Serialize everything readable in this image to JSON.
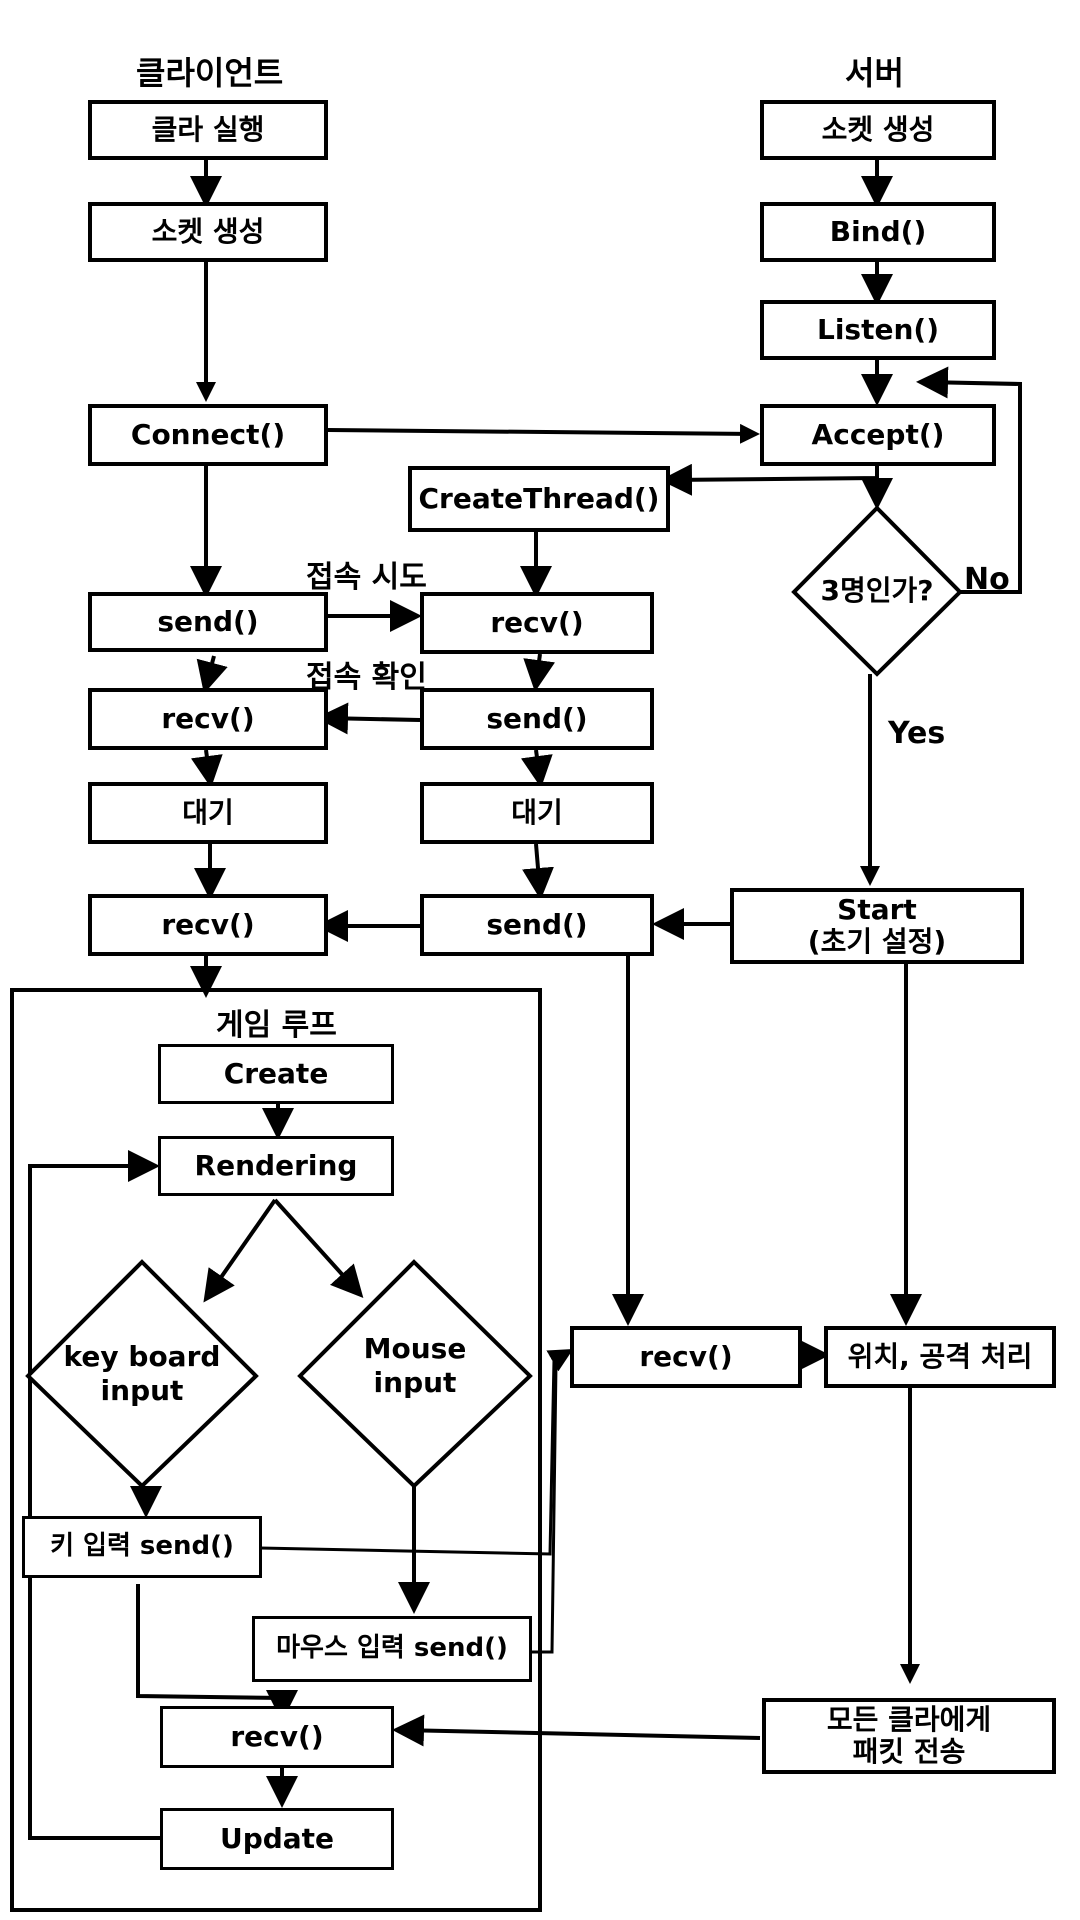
{
  "headers": {
    "client": "클라이언트",
    "server": "서버"
  },
  "client": {
    "run": "클라 실행",
    "socket": "소켓 생성",
    "connect": "Connect()",
    "send1": "send()",
    "recv1": "recv()",
    "wait": "대기",
    "recv2": "recv()"
  },
  "server": {
    "socket": "소켓 생성",
    "bind": "Bind()",
    "listen": "Listen()",
    "accept": "Accept()",
    "decision": "3명인가?",
    "no": "No",
    "yes": "Yes",
    "start_line1": "Start",
    "start_line2": "(초기 설정)",
    "recv": "recv()",
    "process": "위치, 공격 처리",
    "broadcast_line1": "모든 클라에게",
    "broadcast_line2": "패킷 전송"
  },
  "thread": {
    "create": "CreateThread()",
    "recv": "recv()",
    "send1": "send()",
    "wait": "대기",
    "send2": "send()"
  },
  "annotations": {
    "attempt": "접속 시도",
    "confirm": "접속 확인"
  },
  "game_loop": {
    "title": "게임 루프",
    "create": "Create",
    "rendering": "Rendering",
    "keyboard_line1": "key board",
    "keyboard_line2": "input",
    "mouse_line1": "Mouse",
    "mouse_line2": "input",
    "key_send": "키 입력 send()",
    "mouse_send": "마우스 입력 send()",
    "recv": "recv()",
    "update": "Update"
  }
}
